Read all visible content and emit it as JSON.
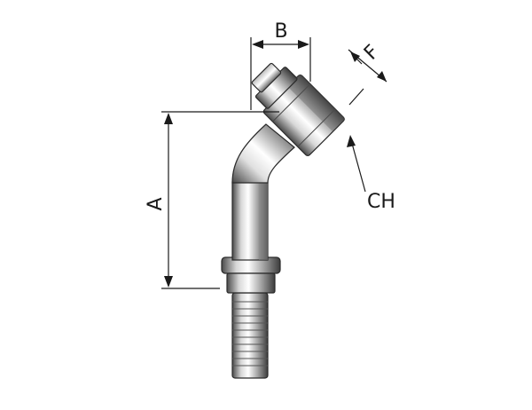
{
  "labels": {
    "a": "A",
    "b": "B",
    "f": "F",
    "ch": "CH"
  },
  "colors": {
    "metal_dark": "#3a3a3a",
    "metal_mid": "#9a9a9a",
    "metal_light": "#f2f2f2",
    "line": "#1a1a1a"
  }
}
